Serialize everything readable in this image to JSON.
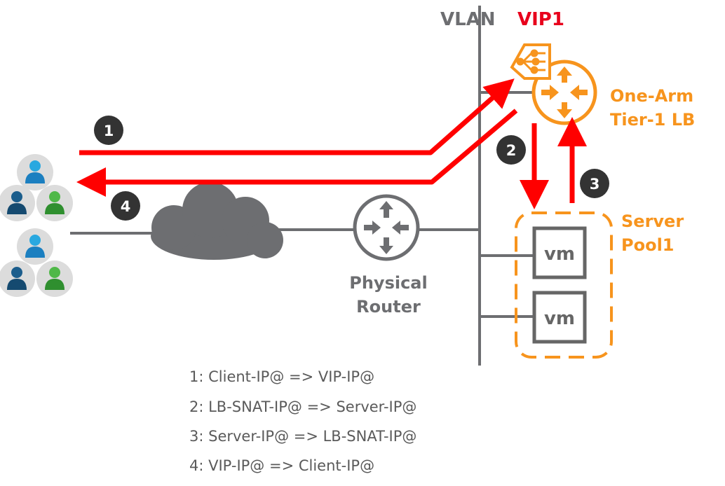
{
  "labels": {
    "vlan": "VLAN",
    "vip": "VIP1",
    "lb_line1": "One-Arm",
    "lb_line2": "Tier-1 LB",
    "pool_line1": "Server",
    "pool_line2": "Pool1",
    "router_line1": "Physical",
    "router_line2": "Router",
    "vm": "vm"
  },
  "steps": [
    "1",
    "2",
    "3",
    "4"
  ],
  "legend": [
    "1: Client-IP@ => VIP-IP@",
    "2: LB-SNAT-IP@ => Server-IP@",
    "3: Server-IP@ => LB-SNAT-IP@",
    "4: VIP-IP@ => Client-IP@"
  ],
  "colors": {
    "flow_arrow": "#ff0000",
    "load_balancer": "#f7941d",
    "vip_label": "#e8001c",
    "network_line": "#6d6e71",
    "badge": "#333333",
    "vm_box": "#666666"
  },
  "icons": [
    "client-users-icon",
    "cloud-icon",
    "router-icon",
    "load-balancer-icon",
    "vm-icon"
  ]
}
